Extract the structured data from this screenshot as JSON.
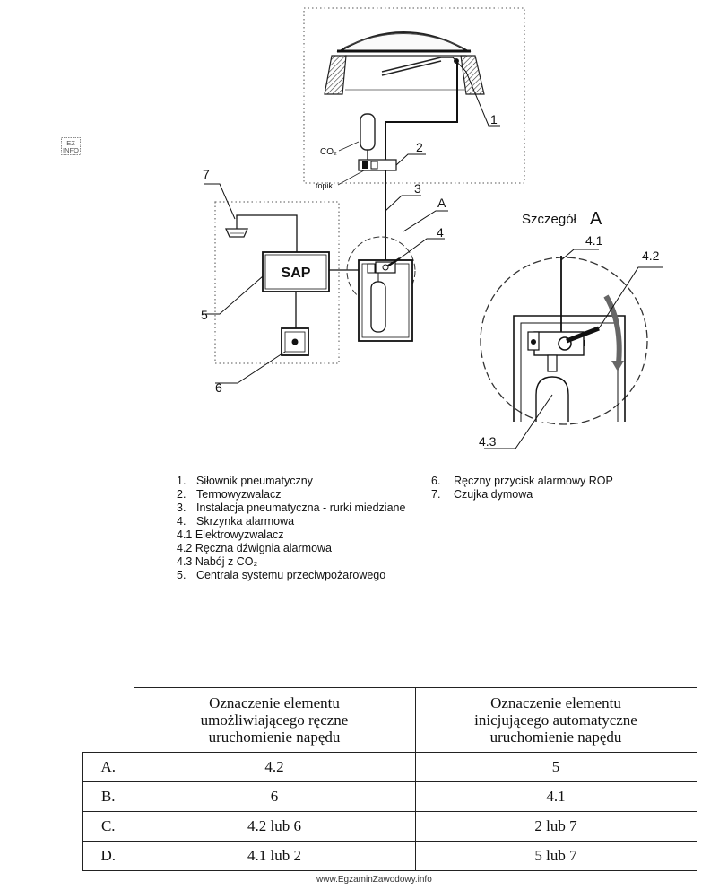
{
  "logo_text": "EZ INFO",
  "diagram_labels": {
    "co2": "CO₂",
    "topik": "topik",
    "sap": "SAP",
    "detail_title": "Szczegół",
    "detail_letter": "A",
    "callout_a": "A",
    "n1": "1",
    "n2": "2",
    "n3": "3",
    "n4": "4",
    "n5": "5",
    "n6": "6",
    "n7": "7",
    "n41": "4.1",
    "n42": "4.2",
    "n43": "4.3"
  },
  "legend_left": [
    {
      "num": "1.",
      "text": "Siłownik pneumatyczny"
    },
    {
      "num": "2.",
      "text": "Termowyzwalacz"
    },
    {
      "num": "3.",
      "text": "Instalacja pneumatyczna - rurki miedziane"
    },
    {
      "num": "4.",
      "text": "Skrzynka alarmowa"
    },
    {
      "num": "",
      "text": "4.1 Elektrowyzwalacz"
    },
    {
      "num": "",
      "text": "4.2 Ręczna dźwignia alarmowa"
    },
    {
      "num": "",
      "text": "4.3 Nabój z CO₂"
    },
    {
      "num": "5.",
      "text": "Centrala systemu przeciwpożarowego"
    }
  ],
  "legend_right": [
    {
      "num": "6.",
      "text": "Ręczny przycisk alarmowy ROP"
    },
    {
      "num": "7.",
      "text": "Czujka dymowa"
    }
  ],
  "table": {
    "header_col1": [
      "Oznaczenie elementu",
      "umożliwiającego ręczne",
      "uruchomienie napędu"
    ],
    "header_col2": [
      "Oznaczenie elementu",
      "inicjującego automatyczne",
      "uruchomienie napędu"
    ],
    "rows": [
      {
        "letter": "A.",
        "col1": "4.2",
        "col2": "5"
      },
      {
        "letter": "B.",
        "col1": "6",
        "col2": "4.1"
      },
      {
        "letter": "C.",
        "col1": "4.2 lub 6",
        "col2": "2 lub 7"
      },
      {
        "letter": "D.",
        "col1": "4.1 lub 2",
        "col2": "5 lub 7"
      }
    ]
  },
  "watermark": "www.EgzaminZawodowy.info"
}
